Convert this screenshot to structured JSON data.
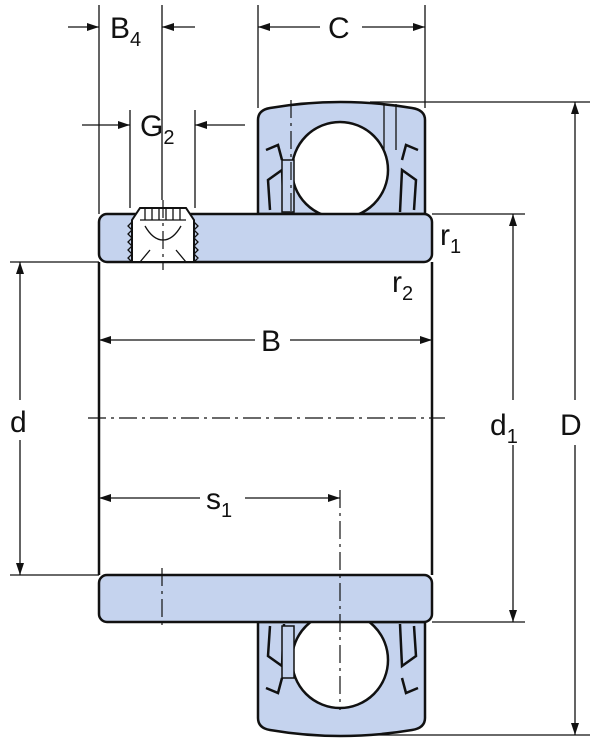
{
  "diagram": {
    "title": "Insert bearing cross-section with grub screw",
    "fill_color": "#c5d3ee",
    "labels": {
      "B4": {
        "main": "B",
        "sub": "4"
      },
      "C": {
        "main": "C"
      },
      "G2": {
        "main": "G",
        "sub": "2"
      },
      "r1": {
        "main": "r",
        "sub": "1"
      },
      "r2": {
        "main": "r",
        "sub": "2"
      },
      "B": {
        "main": "B"
      },
      "d": {
        "main": "d"
      },
      "d1": {
        "main": "d",
        "sub": "1"
      },
      "D": {
        "main": "D"
      },
      "s1": {
        "main": "s",
        "sub": "1"
      }
    }
  }
}
